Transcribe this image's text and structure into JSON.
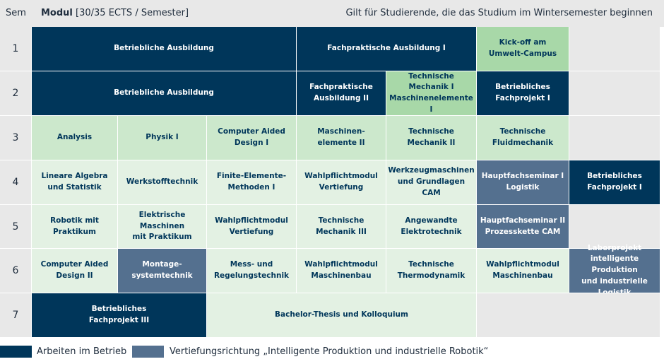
{
  "header": {
    "sem_label": "Sem",
    "modul_label": "Modul",
    "modul_note": "[30/35 ECTS / Semester]",
    "right_text": "Gilt für Studierende, die das Studium im Wintersemester beginnen"
  },
  "semesters": [
    "1",
    "2",
    "3",
    "4",
    "5",
    "6",
    "7"
  ],
  "colors": {
    "arbeiten_im_betrieb": "#00365a",
    "vertiefungsrichtung": "#54708f",
    "green": "#a8d8a8",
    "light_green": "#cce8cc",
    "pale_green": "#e3f1e3",
    "grey": "#e8e8e8"
  },
  "modules": [
    {
      "id": "s1-betriebliche-ausbildung",
      "label": "Betriebliche Ausbildung",
      "type": "dark"
    },
    {
      "id": "s1-fachpraktische-ausbildung-1",
      "label": "Fachpraktische Ausbildung I",
      "type": "dark"
    },
    {
      "id": "s1-kickoff",
      "label": "Kick-off am\nUmwelt-Campus",
      "type": "green"
    },
    {
      "id": "s1-empty",
      "label": "",
      "type": "grey"
    },
    {
      "id": "s2-betriebliche-ausbildung",
      "label": "Betriebliche Ausbildung",
      "type": "dark"
    },
    {
      "id": "s2-fachpraktische-ausbildung-2",
      "label": "Fachpraktische\nAusbildung II",
      "type": "dark"
    },
    {
      "id": "s2-techn-mechanik-1",
      "label": "Technische Mechanik I\nMaschinenelemente I",
      "type": "green"
    },
    {
      "id": "s2-betriebliches-fachprojekt-1",
      "label": "Betriebliches\nFachprojekt I",
      "type": "dark"
    },
    {
      "id": "s2-empty",
      "label": "",
      "type": "grey"
    },
    {
      "id": "s3-analysis",
      "label": "Analysis",
      "type": "lgreen"
    },
    {
      "id": "s3-physik-1",
      "label": "Physik I",
      "type": "lgreen"
    },
    {
      "id": "s3-cad-1",
      "label": "Computer Aided\nDesign I",
      "type": "lgreen"
    },
    {
      "id": "s3-maschinenelemente-2",
      "label": "Maschinen-\nelemente II",
      "type": "lgreen"
    },
    {
      "id": "s3-techn-mechanik-2",
      "label": "Technische\nMechanik II",
      "type": "lgreen"
    },
    {
      "id": "s3-fluidmechanik",
      "label": "Technische\nFluidmechanik",
      "type": "lgreen"
    },
    {
      "id": "s3-empty",
      "label": "",
      "type": "grey"
    },
    {
      "id": "s4-lineare-algebra",
      "label": "Lineare Algebra\nund Statistik",
      "type": "pale"
    },
    {
      "id": "s4-werkstofftechnik",
      "label": "Werkstofftechnik",
      "type": "pale"
    },
    {
      "id": "s4-fem-1",
      "label": "Finite-Elemente-\nMethoden I",
      "type": "pale"
    },
    {
      "id": "s4-wahlpflicht-vertiefung",
      "label": "Wahlpflichtmodul\nVertiefung",
      "type": "pale"
    },
    {
      "id": "s4-werkzeugmaschinen",
      "label": "Werkzeugmaschinen\nund Grundlagen CAM",
      "type": "pale"
    },
    {
      "id": "s4-hauptfachseminar-1",
      "label": "Hauptfachseminar I\nLogistik",
      "type": "mid"
    },
    {
      "id": "s4-betriebliches-fachprojekt-1",
      "label": "Betriebliches\nFachprojekt I",
      "type": "dark"
    },
    {
      "id": "s5-robotik",
      "label": "Robotik mit\nPraktikum",
      "type": "pale"
    },
    {
      "id": "s5-elektrische-maschinen",
      "label": "Elektrische Maschinen\nmit Praktikum",
      "type": "pale"
    },
    {
      "id": "s5-wahlpflicht-vertiefung",
      "label": "Wahlpflichtmodul\nVertiefung",
      "type": "pale"
    },
    {
      "id": "s5-techn-mechanik-3",
      "label": "Technische\nMechanik III",
      "type": "pale"
    },
    {
      "id": "s5-angewandte-elektrotechnik",
      "label": "Angewandte\nElektrotechnik",
      "type": "pale"
    },
    {
      "id": "s5-hauptfachseminar-2",
      "label": "Hauptfachseminar II\nProzesskette CAM",
      "type": "mid"
    },
    {
      "id": "s5-empty",
      "label": "",
      "type": "grey"
    },
    {
      "id": "s6-cad-2",
      "label": "Computer Aided\nDesign II",
      "type": "pale"
    },
    {
      "id": "s6-montagesystemtechnik",
      "label": "Montage-\nsystemtechnik",
      "type": "mid"
    },
    {
      "id": "s6-mess-regelungstechnik",
      "label": "Mess- und\nRegelungstechnik",
      "type": "pale"
    },
    {
      "id": "s6-wahlpflicht-maschinenbau-1",
      "label": "Wahlpflichtmodul\nMaschinenbau",
      "type": "pale"
    },
    {
      "id": "s6-thermodynamik",
      "label": "Technische\nThermodynamik",
      "type": "pale"
    },
    {
      "id": "s6-wahlpflicht-maschinenbau-2",
      "label": "Wahlpflichtmodul\nMaschinenbau",
      "type": "pale"
    },
    {
      "id": "s6-laborprojekt",
      "label": "Laborprojekt\nintelligente Produktion\nund industrielle Logistik",
      "type": "mid"
    },
    {
      "id": "s7-betriebliches-fachprojekt-3",
      "label": "Betriebliches\nFachprojekt III",
      "type": "dark"
    },
    {
      "id": "s7-bachelor-thesis",
      "label": "Bachelor-Thesis und Kolloquium",
      "type": "pale"
    },
    {
      "id": "s7-empty",
      "label": "",
      "type": "grey"
    }
  ],
  "legend": [
    {
      "label": "Arbeiten im Betrieb",
      "type": "dark"
    },
    {
      "label": "Vertiefungsrichtung „Intelligente Produktion und industrielle Robotik“",
      "type": "mid"
    }
  ]
}
